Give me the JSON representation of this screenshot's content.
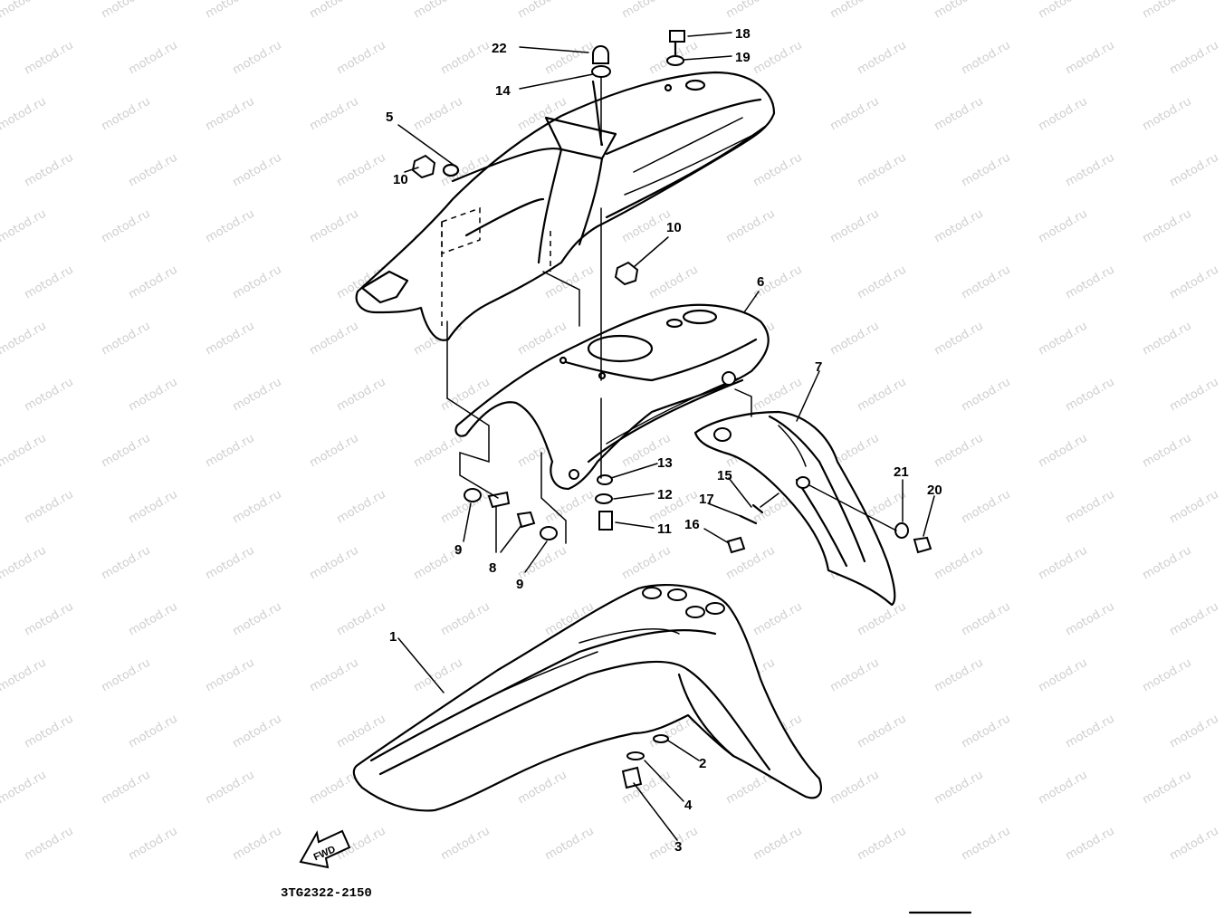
{
  "diagram": {
    "catalog_code": "3TG2322-2150",
    "watermark_text": "motod.ru",
    "fwd_label": "FWD",
    "callouts": {
      "c1": "1",
      "c2": "2",
      "c3": "3",
      "c4": "4",
      "c5": "5",
      "c6": "6",
      "c7": "7",
      "c8": "8",
      "c9a": "9",
      "c9b": "9",
      "c10a": "10",
      "c10b": "10",
      "c11": "11",
      "c12": "12",
      "c13": "13",
      "c14": "14",
      "c15": "15",
      "c16": "16",
      "c17": "17",
      "c18": "18",
      "c19": "19",
      "c20": "20",
      "c21": "21",
      "c22": "22"
    }
  }
}
